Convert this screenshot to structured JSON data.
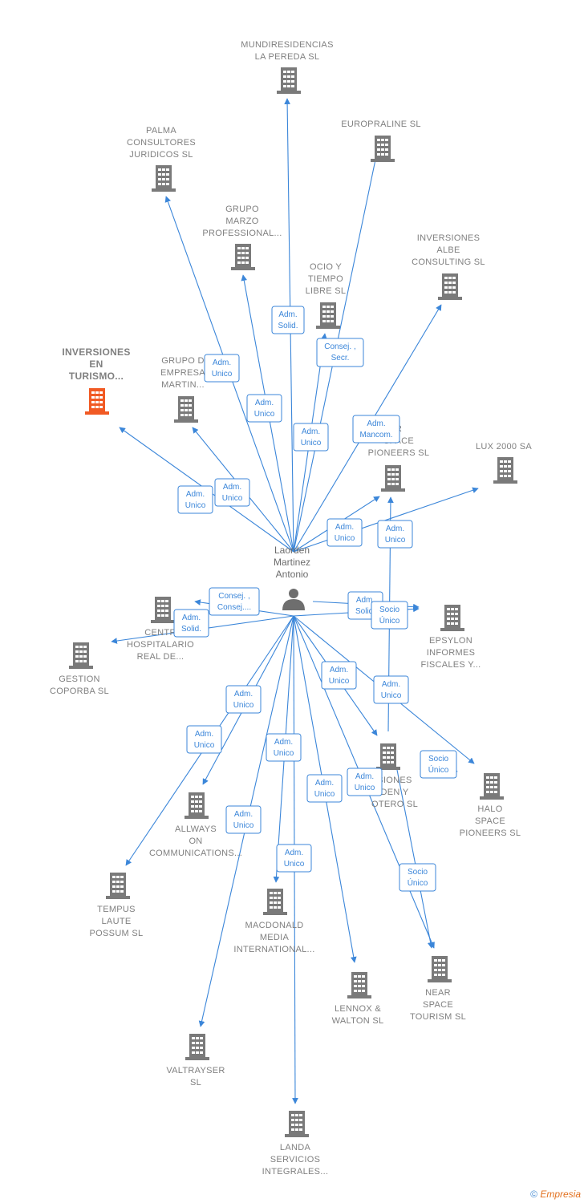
{
  "colors": {
    "edge": "#3b86d9",
    "building": "#7a7a7a",
    "highlight": "#f15a24",
    "person": "#6e6e6e"
  },
  "center": {
    "name_lines": [
      "Laorden",
      "Martinez",
      "Antonio"
    ],
    "icon": "person-icon"
  },
  "companies": [
    {
      "id": "mundiresidencias",
      "lines": [
        "MUNDIRESIDENCIAS",
        "LA PEREDA  SL"
      ]
    },
    {
      "id": "europraline",
      "lines": [
        "EUROPRALINE SL"
      ]
    },
    {
      "id": "palma",
      "lines": [
        "PALMA",
        "CONSULTORES",
        "JURIDICOS SL"
      ]
    },
    {
      "id": "grupo-marzo",
      "lines": [
        "GRUPO",
        "MARZO",
        "PROFESSIONAL..."
      ]
    },
    {
      "id": "inversiones-albe",
      "lines": [
        "INVERSIONES",
        "ALBE",
        "CONSULTING SL"
      ]
    },
    {
      "id": "ocio",
      "lines": [
        "OCIO Y",
        "TIEMPO",
        "LIBRE SL"
      ]
    },
    {
      "id": "inversiones-turismo",
      "lines": [
        "INVERSIONES",
        "EN",
        "TURISMO..."
      ],
      "highlight": true
    },
    {
      "id": "grupo-empresarial",
      "lines": [
        "GRUPO D",
        "EMPRESA",
        "MARTIN..."
      ]
    },
    {
      "id": "space-pioneers",
      "lines": [
        "R",
        "SPACE",
        "PIONEERS  SL"
      ]
    },
    {
      "id": "lux",
      "lines": [
        "LUX 2000 SA"
      ]
    },
    {
      "id": "centro-hospitalario",
      "lines": [
        "CENTR",
        "HOSPITALARIO",
        "REAL DE..."
      ]
    },
    {
      "id": "gestion",
      "lines": [
        "GESTION",
        "COPORBA  SL"
      ]
    },
    {
      "id": "epsylon",
      "lines": [
        "EPSYLON",
        "INFORMES",
        "FISCALES Y..."
      ]
    },
    {
      "id": "inversiones-laorden",
      "lines": [
        "SIONES",
        "DEN Y",
        "OTERO  SL"
      ]
    },
    {
      "id": "halo",
      "lines": [
        "HALO",
        "SPACE",
        "PIONEERS  SL"
      ]
    },
    {
      "id": "allways",
      "lines": [
        "ALLWAYS",
        "ON",
        "COMMUNICATIONS..."
      ]
    },
    {
      "id": "tempus",
      "lines": [
        "TEMPUS",
        "LAUTE",
        "POSSUM SL"
      ]
    },
    {
      "id": "macdonald",
      "lines": [
        "MACDONALD",
        "MEDIA",
        "INTERNATIONAL..."
      ]
    },
    {
      "id": "near-space",
      "lines": [
        "NEAR",
        "SPACE",
        "TOURISM  SL"
      ]
    },
    {
      "id": "lennox",
      "lines": [
        "LENNOX &",
        "WALTON SL"
      ]
    },
    {
      "id": "valtrayser",
      "lines": [
        "VALTRAYSER",
        "SL"
      ]
    },
    {
      "id": "landa",
      "lines": [
        "LANDA",
        "SERVICIOS",
        "INTEGRALES..."
      ]
    }
  ],
  "roles": [
    [
      "Adm.",
      "Solid."
    ],
    [
      "Adm.",
      "Unico"
    ],
    [
      "Adm.",
      "Unico"
    ],
    [
      "Consej. ,",
      "Secr."
    ],
    [
      "Adm.",
      "Unico"
    ],
    [
      "Adm.",
      "Mancom."
    ],
    [
      "Adm.",
      "Unico"
    ],
    [
      "Adm.",
      "Unico"
    ],
    [
      "Adm.",
      "Unico"
    ],
    [
      "Adm.",
      "Unico"
    ],
    [
      "Consej. ,",
      "Consej...."
    ],
    [
      "Adm.",
      "Solid."
    ],
    [
      "Adm.",
      "Solid."
    ],
    [
      "Socio",
      "Único"
    ],
    [
      "Adm.",
      "Unico"
    ],
    [
      "Adm.",
      "Unico"
    ],
    [
      "Adm.",
      "Unico"
    ],
    [
      "Adm.",
      "Unico"
    ],
    [
      "Adm.",
      "Unico"
    ],
    [
      "Adm.",
      "Unico"
    ],
    [
      "Adm.",
      "Unico"
    ],
    [
      "Adm.",
      "Unico"
    ],
    [
      "Adm.",
      "Unico"
    ],
    [
      "Socio",
      "Único"
    ],
    [
      "Socio",
      "Único"
    ],
    [
      "Adm.",
      "Unico"
    ]
  ],
  "footer": {
    "copyright": "©",
    "brand": "Empresia"
  }
}
